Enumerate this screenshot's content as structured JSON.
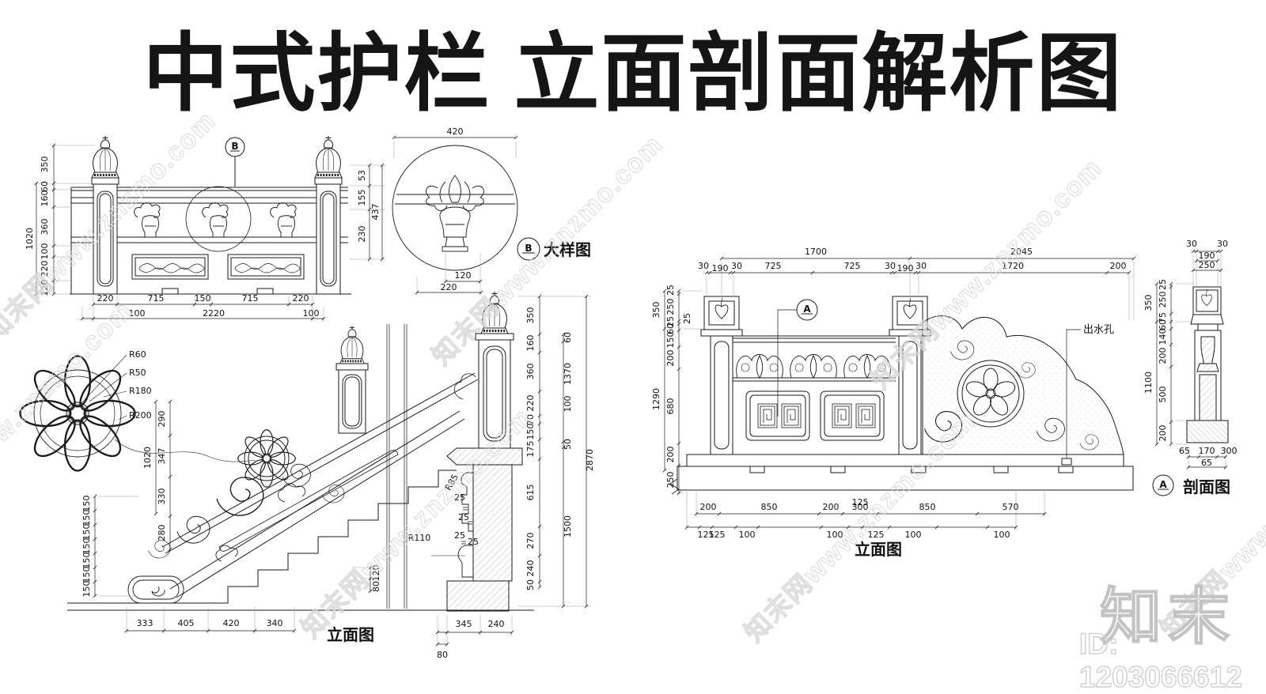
{
  "title": "中式护栏 立面剖面解析图",
  "watermark": {
    "text": "知末网www.znzmo.com",
    "logo": "知末",
    "id": "ID: 1203066612"
  },
  "views": {
    "railing": {
      "callout": "B",
      "left_dims": [
        "350",
        "60",
        "160",
        "360",
        "100",
        "220",
        "120"
      ],
      "left_total": "1020",
      "right_dims": [
        "53",
        "155",
        "230"
      ],
      "right_total": "437",
      "bottom_dims": [
        "220",
        "715",
        "150",
        "715",
        "220"
      ],
      "bottom_total": "2220",
      "bottom_left": "100",
      "bottom_right": "100"
    },
    "detail": {
      "callout": "B",
      "label": "大样图",
      "top_dim": "420",
      "neck_dim": "120",
      "base_dim": "220"
    },
    "stair": {
      "label": "立面图",
      "radii": [
        "R60",
        "R50",
        "R180",
        "R200"
      ],
      "mid_dims": [
        "290",
        "347",
        "330",
        "280"
      ],
      "mid_total": "1020",
      "riser_dims": [
        "150",
        "150",
        "150",
        "150",
        "150",
        "150",
        "150"
      ],
      "bottom_dims": [
        "333",
        "405",
        "420",
        "340"
      ],
      "right_inner": [
        "350",
        "160",
        "360",
        "220",
        "70",
        "150",
        "175",
        "615",
        "270",
        "240",
        "50"
      ],
      "right_mid": [
        "60",
        "1370",
        "100",
        "50",
        "1500"
      ],
      "right_total": "2870",
      "molding": {
        "r1": "R85",
        "r2": "R110",
        "offsets": [
          "25",
          "25",
          "25",
          "25"
        ]
      },
      "step_dims": [
        "120",
        "80"
      ],
      "deck_dims": [
        "345",
        "240"
      ],
      "deck_small": "80"
    },
    "bridge": {
      "label": "立面图",
      "callout": "A",
      "annotation": "出水孔",
      "span_dims": [
        "1700",
        "2045"
      ],
      "top_dims": [
        "30",
        "190",
        "30",
        "725",
        "725",
        "30",
        "190",
        "30",
        "1720",
        "200"
      ],
      "left_outer": [
        "350",
        "1290"
      ],
      "left_inner": [
        "25",
        "250",
        "25",
        "60",
        "150",
        "200",
        "680",
        "200",
        "250"
      ],
      "post_dim": "25",
      "mid_dim": "125",
      "bottom_dims": [
        "200",
        "850",
        "200",
        "300",
        "850",
        "570"
      ],
      "bottom_dims2": [
        "125",
        "125",
        "100",
        "100",
        "125",
        "100",
        "100"
      ]
    },
    "section": {
      "label": "剖面图",
      "callout": "A",
      "top_dims": [
        "30",
        "30"
      ],
      "cap_dim": "190",
      "cap_total": "250",
      "left_inner": [
        "25",
        "250",
        "75",
        "60",
        "140",
        "200",
        "500",
        "200"
      ],
      "left_outer": [
        "350",
        "1100"
      ],
      "bottom_dims": [
        "65",
        "170",
        "65"
      ],
      "bottom_total": "300"
    }
  }
}
